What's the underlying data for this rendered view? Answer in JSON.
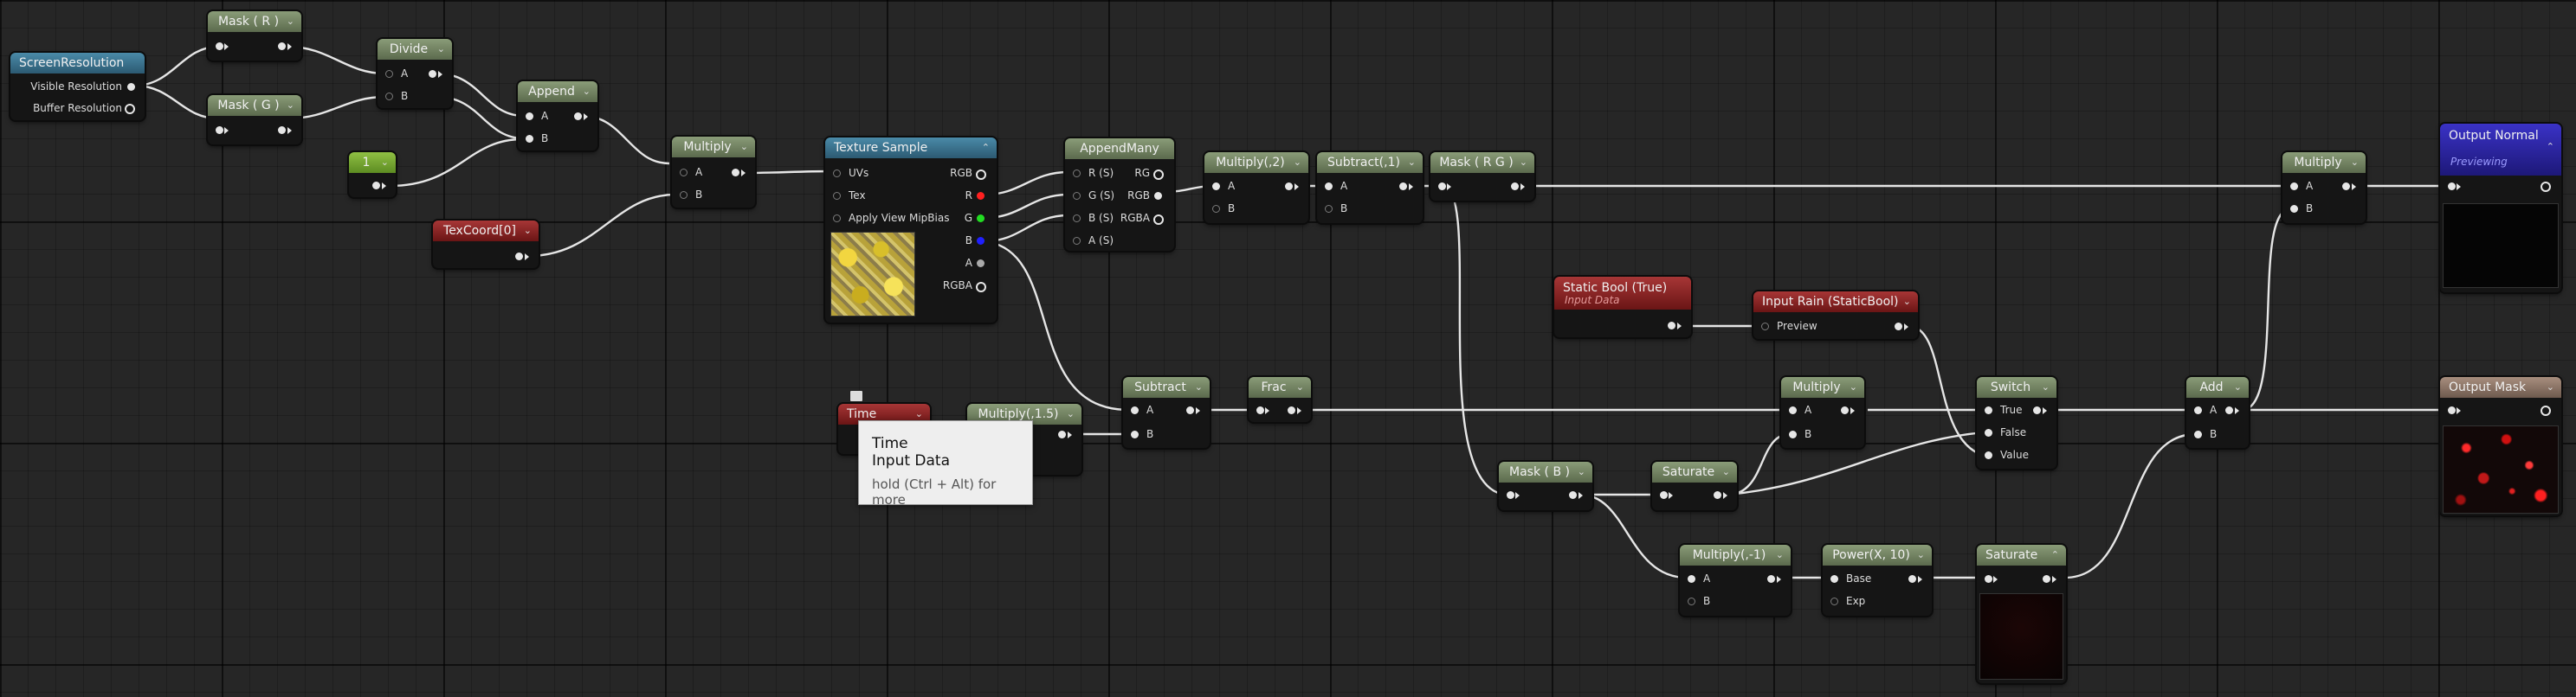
{
  "nodes": {
    "screen_resolution": {
      "title": "ScreenResolution",
      "out1": "Visible Resolution",
      "out2": "Buffer Resolution"
    },
    "mask_r": {
      "title": "Mask ( R )"
    },
    "mask_g": {
      "title": "Mask ( G )"
    },
    "divide": {
      "title": "Divide",
      "in_a": "A",
      "in_b": "B"
    },
    "append": {
      "title": "Append",
      "in_a": "A",
      "in_b": "B"
    },
    "const_one": {
      "title": "1"
    },
    "texcoord": {
      "title": "TexCoord[0]"
    },
    "multiply_1": {
      "title": "Multiply",
      "in_a": "A",
      "in_b": "B"
    },
    "texture_sample": {
      "title": "Texture Sample",
      "in_uvs": "UVs",
      "in_tex": "Tex",
      "in_mip": "Apply View MipBias",
      "out_rgb": "RGB",
      "out_r": "R",
      "out_g": "G",
      "out_b": "B",
      "out_a": "A",
      "out_rgba": "RGBA"
    },
    "append_many": {
      "title": "AppendMany",
      "in_rs": "R (S)",
      "in_gs": "G (S)",
      "in_bs": "B (S)",
      "in_as": "A (S)",
      "out_rg": "RG",
      "out_rgb": "RGB",
      "out_rgba": "RGBA"
    },
    "multiply_2": {
      "title": "Multiply(,2)",
      "in_a": "A",
      "in_b": "B"
    },
    "subtract_1": {
      "title": "Subtract(,1)",
      "in_a": "A",
      "in_b": "B"
    },
    "mask_rg": {
      "title": "Mask ( R G )"
    },
    "multiply_out": {
      "title": "Multiply",
      "in_a": "A",
      "in_b": "B"
    },
    "output_normal": {
      "title": "Output Normal",
      "subtitle": "Previewing"
    },
    "static_bool": {
      "title": "Static Bool (True)",
      "subtitle": "Input Data"
    },
    "input_rain": {
      "title": "Input Rain (StaticBool)",
      "in_preview": "Preview"
    },
    "time": {
      "title": "Time"
    },
    "multiply_15": {
      "title": "Multiply(,1.5)"
    },
    "subtract": {
      "title": "Subtract",
      "in_a": "A",
      "in_b": "B"
    },
    "frac": {
      "title": "Frac"
    },
    "multiply_mid": {
      "title": "Multiply",
      "in_a": "A",
      "in_b": "B"
    },
    "switch": {
      "title": "Switch",
      "in_true": "True",
      "in_false": "False",
      "in_value": "Value"
    },
    "add": {
      "title": "Add",
      "in_a": "A",
      "in_b": "B"
    },
    "output_mask": {
      "title": "Output Mask"
    },
    "mask_b": {
      "title": "Mask ( B )"
    },
    "saturate_1": {
      "title": "Saturate"
    },
    "multiply_neg1": {
      "title": "Multiply(,-1)",
      "in_a": "A",
      "in_b": "B"
    },
    "power": {
      "title": "Power(X, 10)",
      "in_base": "Base",
      "in_exp": "Exp"
    },
    "saturate_2": {
      "title": "Saturate"
    }
  },
  "tooltip": {
    "line1": "Time",
    "line2": "Input Data",
    "hint": "hold (Ctrl + Alt) for more"
  },
  "colors": {
    "grid_bg": "#262626",
    "wire": "#e6e6e6",
    "pin_r": "#ff2020",
    "pin_g": "#22dd22",
    "pin_b": "#2020ff",
    "header_green": "#6e7d60",
    "header_red": "#8a2424",
    "header_blue": "#2c5a72",
    "header_navy": "#2a22a0"
  }
}
